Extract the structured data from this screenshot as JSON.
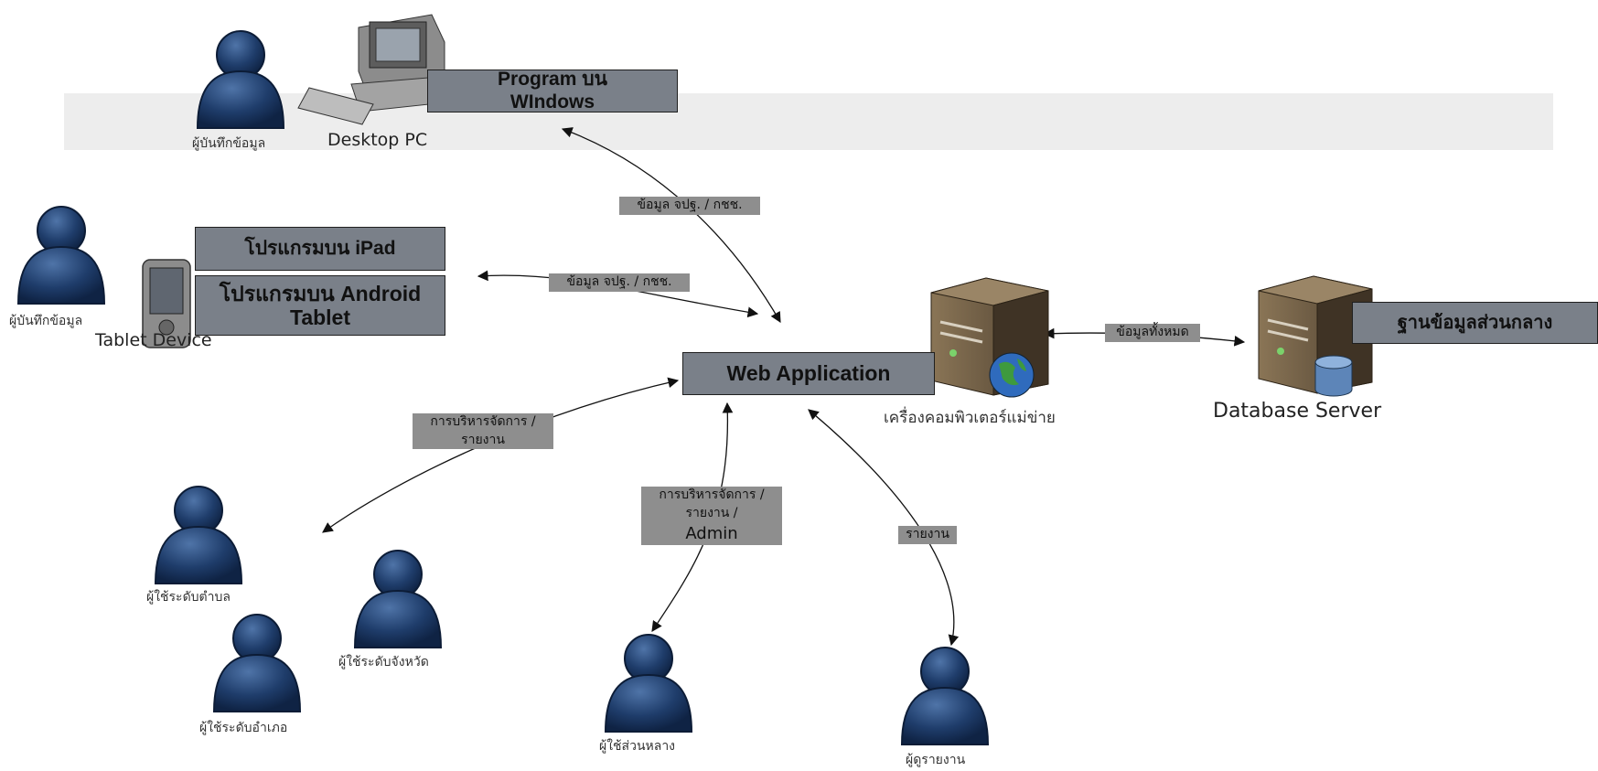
{
  "boxes": {
    "program_windows": [
      "Program บน",
      "WIndows"
    ],
    "ipad_program": "โปรแกรมบน iPad",
    "android_program": [
      "โปรแกรมบน Android",
      "Tablet"
    ],
    "web_application": "Web Application",
    "central_database": "ฐานข้อมูลส่วนกลาง"
  },
  "edge_labels": {
    "desktop_data": "ข้อมูล จปฐ. / กชช.",
    "tablet_data": "ข้อมูล จปฐ. / กชช.",
    "all_data": "ข้อมูลทั้งหมด",
    "manage_report_left": [
      "การบริหารจัดการ /",
      "รายงาน"
    ],
    "manage_report_admin": [
      "การบริหารจัดการ /",
      "รายงาน /",
      "Admin"
    ],
    "report_only": "รายงาน"
  },
  "captions": {
    "data_entry_user_top": "ผู้บันทึกข้อมูล",
    "desktop_pc": "Desktop PC",
    "data_entry_user_left": "ผู้บันทึกข้อมูล",
    "tablet_device": "Tablet Device",
    "host_server": "เครื่องคอมพิวเตอร์แม่ข่าย",
    "database_server": "Database Server",
    "subdistrict_user": "ผู้ใช้ระดับตำบล",
    "province_user": "ผู้ใช้ระดับจังหวัด",
    "district_user": "ผู้ใช้ระดับอำเภอ",
    "central_user": "ผู้ใช้ส่วนหลาง",
    "report_viewer": "ผู้ดูรายงาน"
  },
  "icons": [
    "person-icon",
    "desktop-pc-icon",
    "tablet-icon",
    "server-icon",
    "globe-icon",
    "database-icon"
  ],
  "colors": {
    "person": "#1f3d6b",
    "box": "#7a8089",
    "label": "#8e8e8e",
    "band": "#ededed",
    "server": "#6b5a43"
  }
}
